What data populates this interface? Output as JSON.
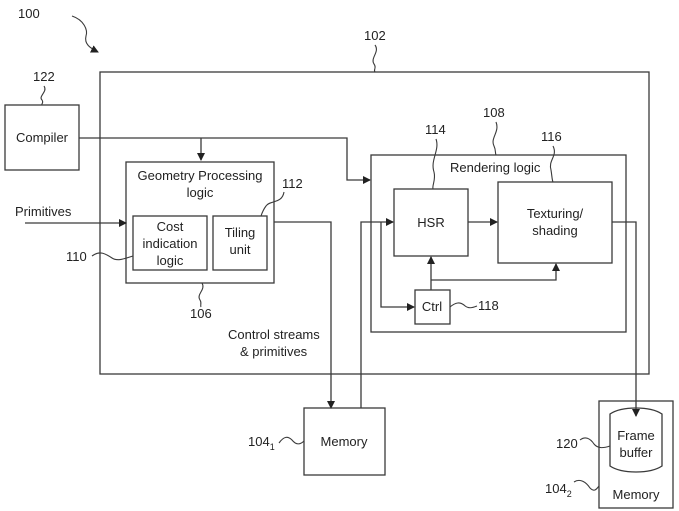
{
  "figure": {
    "ref": "100",
    "system_ref": "102"
  },
  "blocks": {
    "compiler": {
      "label": "Compiler",
      "ref": "122"
    },
    "geometry": {
      "label_line1": "Geometry Processing",
      "label_line2": "logic",
      "ref": "106"
    },
    "cost": {
      "line1": "Cost",
      "line2": "indication",
      "line3": "logic",
      "ref": "110"
    },
    "tiling": {
      "line1": "Tiling",
      "line2": "unit",
      "ref": "112"
    },
    "rendering": {
      "label": "Rendering logic",
      "ref": "108"
    },
    "hsr": {
      "label": "HSR",
      "ref": "114"
    },
    "texturing": {
      "line1": "Texturing/",
      "line2": "shading",
      "ref": "116"
    },
    "ctrl": {
      "label": "Ctrl",
      "ref": "118"
    },
    "memory1": {
      "label": "Memory",
      "ref": "104",
      "ref_sub": "1"
    },
    "memory2": {
      "label": "Memory",
      "ref": "104",
      "ref_sub": "2"
    },
    "framebuffer": {
      "line1": "Frame",
      "line2": "buffer",
      "ref": "120"
    }
  },
  "signals": {
    "primitives": "Primitives",
    "control_streams_line1": "Control streams",
    "control_streams_line2": "& primitives"
  }
}
